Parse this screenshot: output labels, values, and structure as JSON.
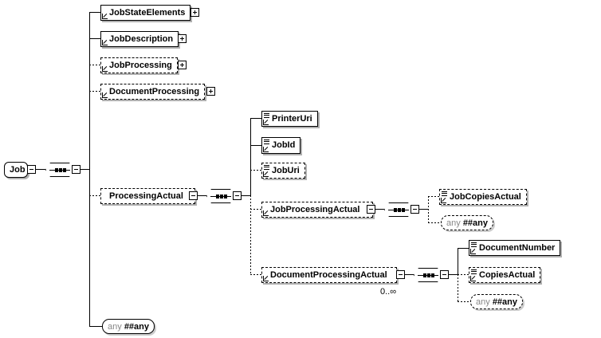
{
  "root": {
    "label": "Job"
  },
  "job_children": [
    {
      "key": "job-state-elements",
      "label": "JobStateElements",
      "optional": false,
      "toggle": "plus"
    },
    {
      "key": "job-description",
      "label": "JobDescription",
      "optional": false,
      "toggle": "plus"
    },
    {
      "key": "job-processing",
      "label": "JobProcessing",
      "optional": true,
      "toggle": "plus"
    },
    {
      "key": "document-processing",
      "label": "DocumentProcessing",
      "optional": true,
      "toggle": "plus"
    },
    {
      "key": "processing-actual",
      "label": "ProcessingActual",
      "optional": true,
      "toggle": "minus"
    }
  ],
  "processing_actual_children": [
    {
      "key": "printer-uri",
      "label": "PrinterUri",
      "optional": false
    },
    {
      "key": "job-id",
      "label": "JobId",
      "optional": false
    },
    {
      "key": "job-uri",
      "label": "JobUri",
      "optional": true
    }
  ],
  "job_processing_actual": {
    "label": "JobProcessingActual"
  },
  "job_processing_actual_children": [
    {
      "key": "job-copies-actual",
      "label": "JobCopiesActual",
      "optional": true
    }
  ],
  "document_processing_actual": {
    "label": "DocumentProcessingActual",
    "occurrence": "0..∞"
  },
  "document_processing_actual_children": [
    {
      "key": "document-number",
      "label": "DocumentNumber",
      "optional": false
    },
    {
      "key": "copies-actual",
      "label": "CopiesActual",
      "optional": true
    }
  ],
  "wildcard": {
    "prefix": "any",
    "namespace": "##any"
  },
  "colors": {
    "line": "#000000",
    "shadow": "#b0b0b0",
    "wildcard_text": "#888888"
  },
  "icons": {
    "reference": "reference-arrow-icon",
    "text_content": "text-content-icon",
    "sequence": "sequence-compositor-icon"
  }
}
